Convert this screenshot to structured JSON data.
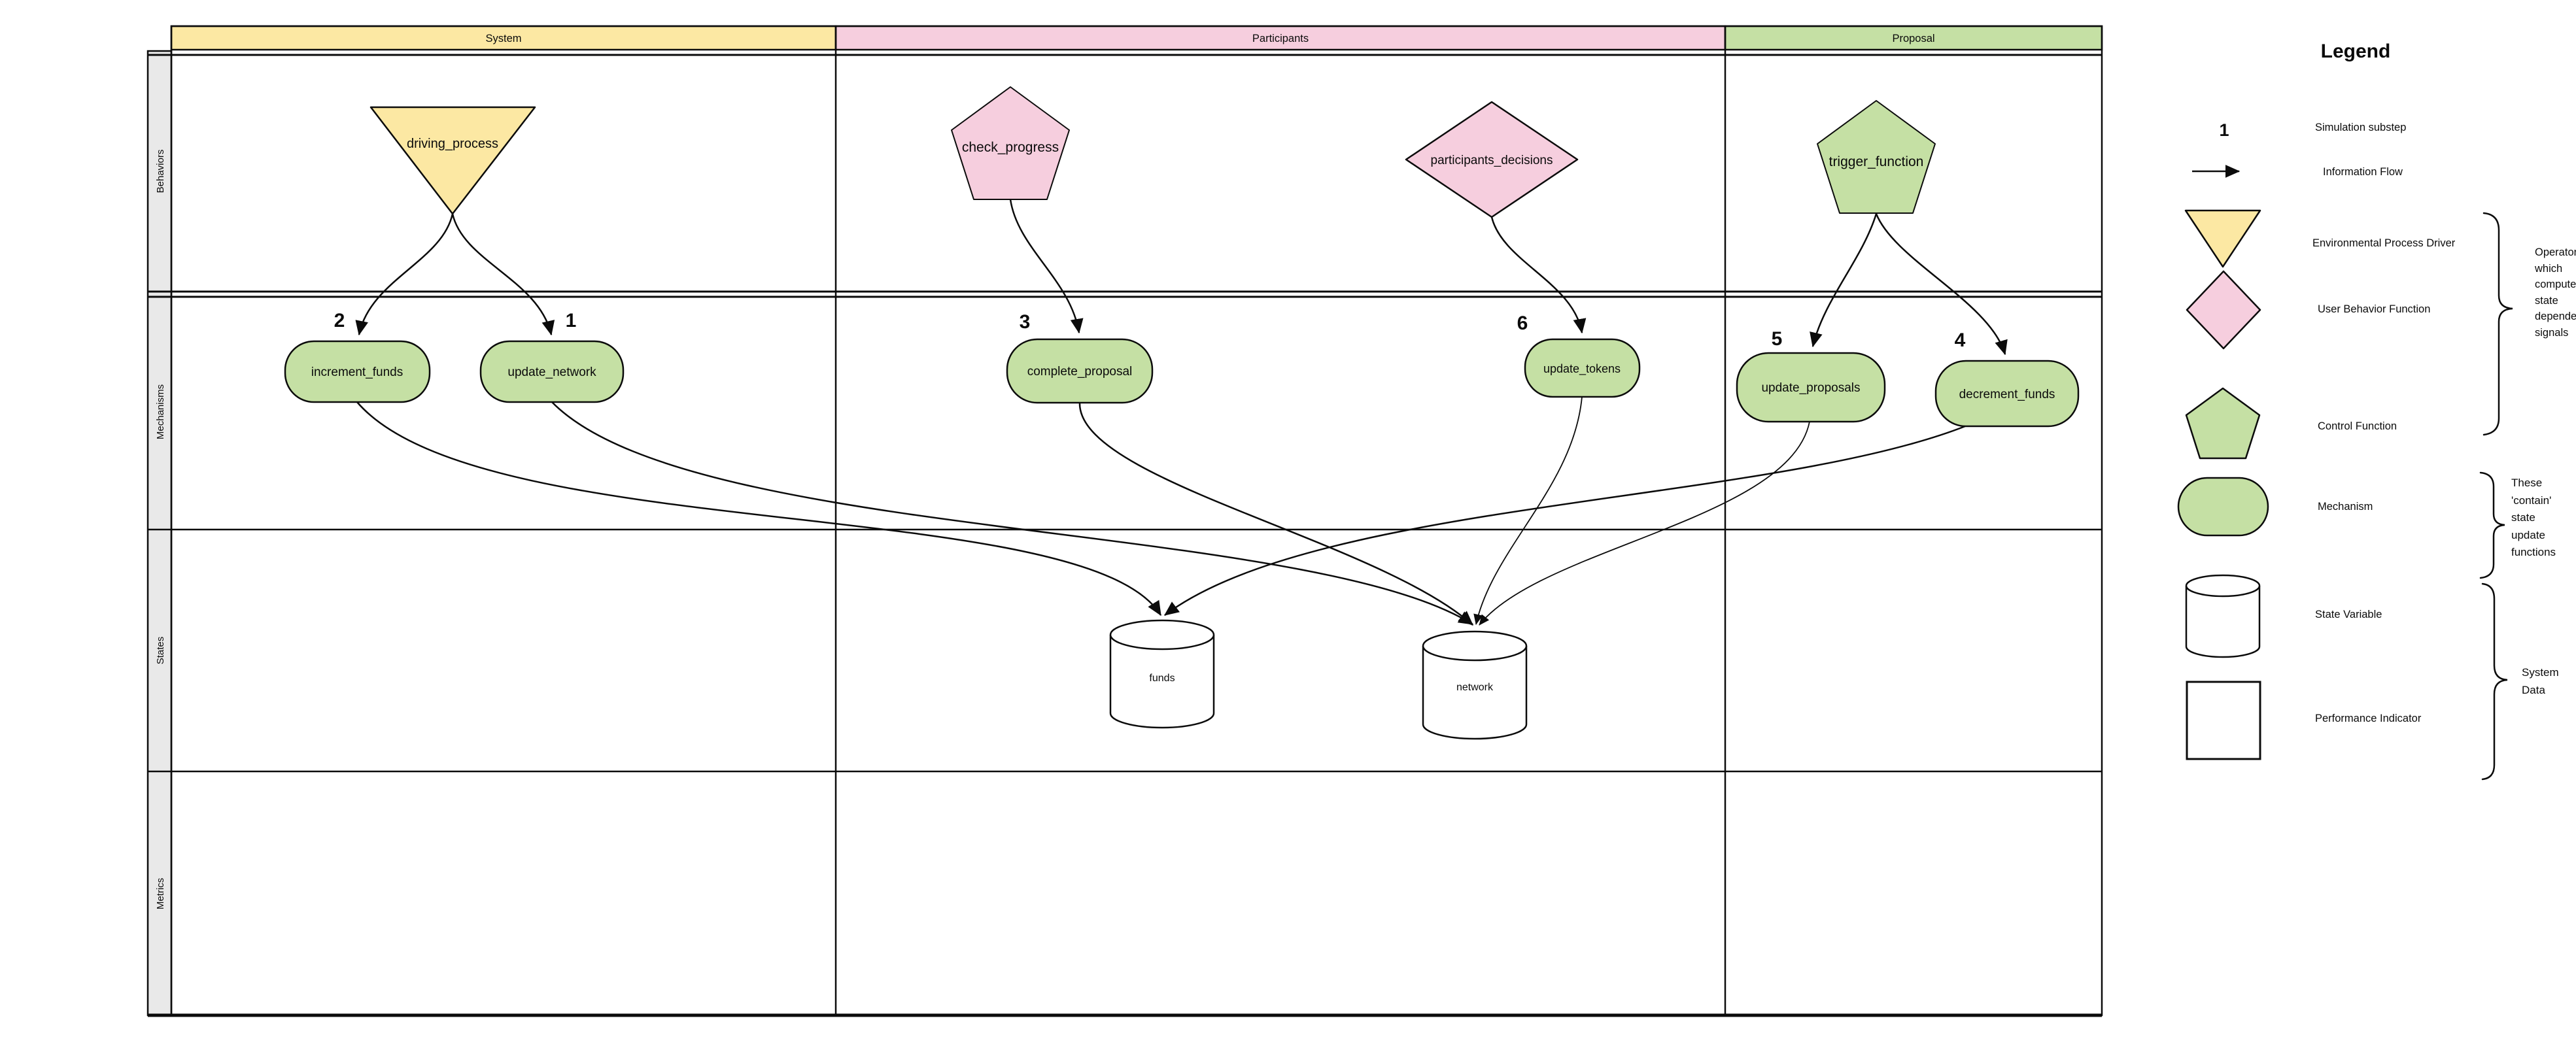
{
  "diagram": {
    "columns": [
      {
        "label": "System",
        "color": "#fce8a3"
      },
      {
        "label": "Participants",
        "color": "#f6cede"
      },
      {
        "label": "Proposal",
        "color": "#c5e0a4"
      }
    ],
    "rows": [
      {
        "label": "Behaviors"
      },
      {
        "label": "Mechanisms"
      },
      {
        "label": "States"
      },
      {
        "label": "Metrics"
      }
    ],
    "behaviors": [
      {
        "label": "driving_process",
        "shape": "triangle-down",
        "column": "System"
      },
      {
        "label": "check_progress",
        "shape": "pentagon",
        "column": "Participants"
      },
      {
        "label": "participants_decisions",
        "shape": "diamond",
        "column": "Participants"
      },
      {
        "label": "trigger_function",
        "shape": "pentagon",
        "column": "Proposal"
      }
    ],
    "mechanisms": [
      {
        "label": "increment_funds",
        "substep": "2"
      },
      {
        "label": "update_network",
        "substep": "1"
      },
      {
        "label": "complete_proposal",
        "substep": "3"
      },
      {
        "label": "update_tokens",
        "substep": "6"
      },
      {
        "label": "update_proposals",
        "substep": "5"
      },
      {
        "label": "decrement_funds",
        "substep": "4"
      }
    ],
    "states": [
      {
        "label": "funds",
        "shape": "cylinder"
      },
      {
        "label": "network",
        "shape": "cylinder"
      }
    ],
    "flows": [
      {
        "from": "driving_process",
        "to": "update_network",
        "substep": "1"
      },
      {
        "from": "driving_process",
        "to": "increment_funds",
        "substep": "2"
      },
      {
        "from": "check_progress",
        "to": "complete_proposal",
        "substep": "3"
      },
      {
        "from": "trigger_function",
        "to": "decrement_funds",
        "substep": "4"
      },
      {
        "from": "trigger_function",
        "to": "update_proposals",
        "substep": "5"
      },
      {
        "from": "participants_decisions",
        "to": "update_tokens",
        "substep": "6"
      },
      {
        "from": "increment_funds",
        "to": "funds"
      },
      {
        "from": "decrement_funds",
        "to": "funds"
      },
      {
        "from": "update_network",
        "to": "network"
      },
      {
        "from": "complete_proposal",
        "to": "network"
      },
      {
        "from": "update_tokens",
        "to": "network"
      },
      {
        "from": "update_proposals",
        "to": "network"
      }
    ]
  },
  "legend": {
    "title": "Legend",
    "items": [
      {
        "symbol": "substep-number",
        "example": "1",
        "label": "Simulation substep"
      },
      {
        "symbol": "arrow",
        "label": "Information Flow"
      },
      {
        "symbol": "triangle-down",
        "label": "Environmental Process Driver"
      },
      {
        "symbol": "diamond",
        "label": "User Behavior Function"
      },
      {
        "symbol": "pentagon",
        "label": "Control Function"
      },
      {
        "symbol": "stadium",
        "label": "Mechanism"
      },
      {
        "symbol": "cylinder",
        "label": "State Variable"
      },
      {
        "symbol": "square",
        "label": "Performance Indicator"
      }
    ],
    "annotations": [
      {
        "text": "Operators which compute state dependent signals"
      },
      {
        "text": "These 'contain' state update functions"
      },
      {
        "text": "System Data"
      }
    ]
  },
  "colors": {
    "yellow": "#fce8a3",
    "pink": "#f6cede",
    "green": "#c5e0a4",
    "white": "#ffffff",
    "lane_label_bg": "#e9e9e9",
    "stroke": "#0b0b0b"
  }
}
